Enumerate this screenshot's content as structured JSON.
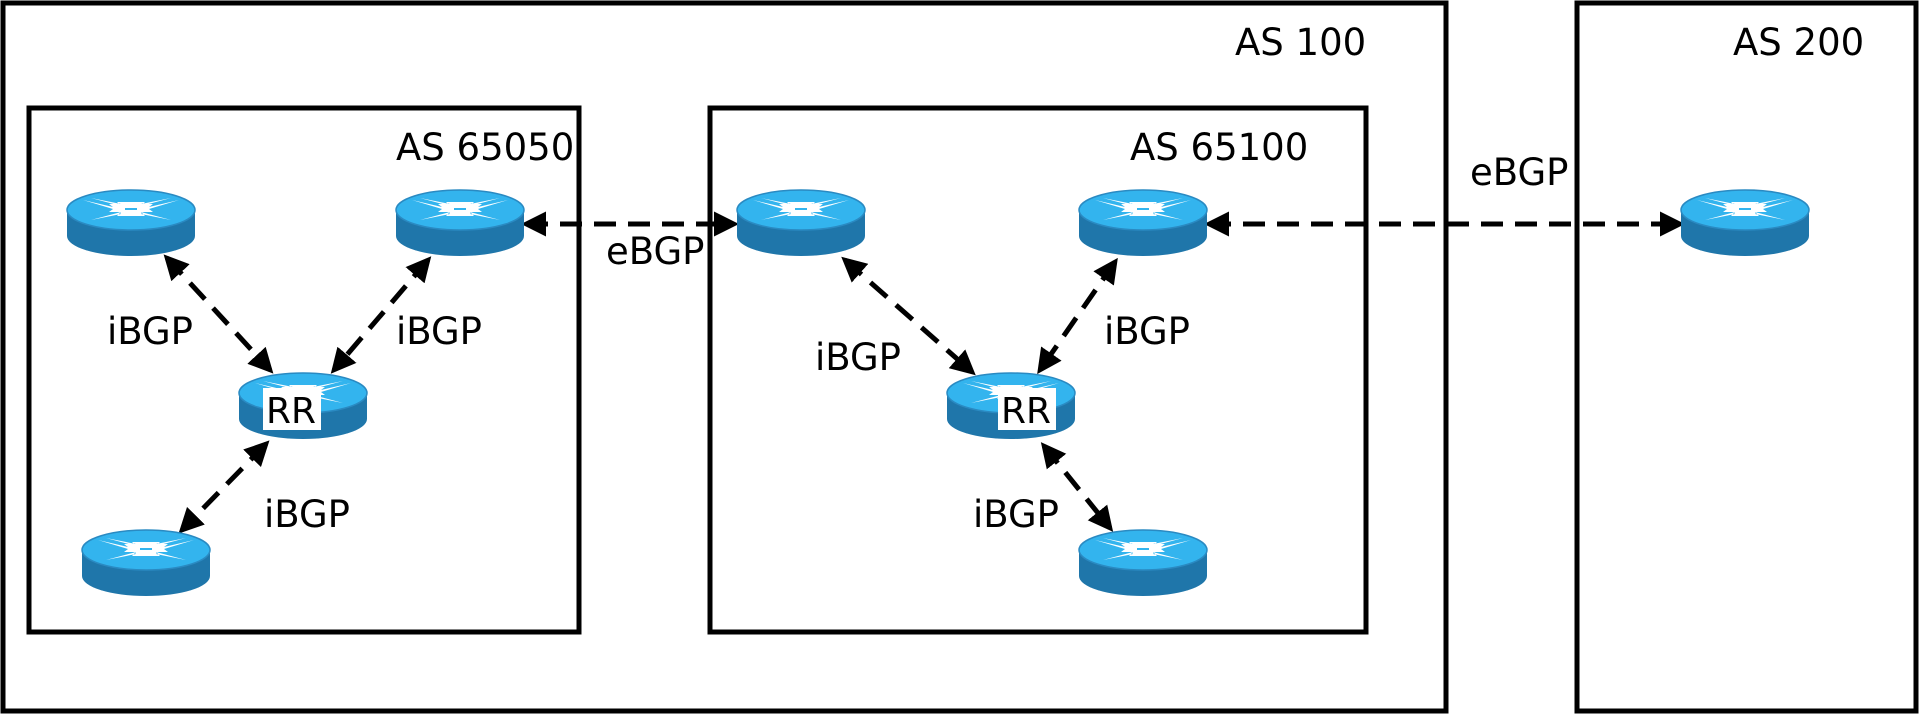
{
  "diagram": {
    "colors": {
      "router_top": "#33b4ee",
      "router_side": "#1f76aa",
      "router_outline": "#2a8ac2",
      "router_arrows": "#ffffff",
      "line": "#000000"
    },
    "icons": {
      "router": "router-icon"
    },
    "labels": {
      "as100": "AS 100",
      "as200": "AS 200",
      "as65050": "AS 65050",
      "as65100": "AS 65100",
      "ebgp_1": "eBGP",
      "ebgp_2": "eBGP",
      "ibgp_l1": "iBGP",
      "ibgp_l2": "iBGP",
      "ibgp_l3": "iBGP",
      "ibgp_r1": "iBGP",
      "ibgp_r2": "iBGP",
      "ibgp_r3": "iBGP",
      "rr_left": "RR",
      "rr_right": "RR"
    }
  }
}
